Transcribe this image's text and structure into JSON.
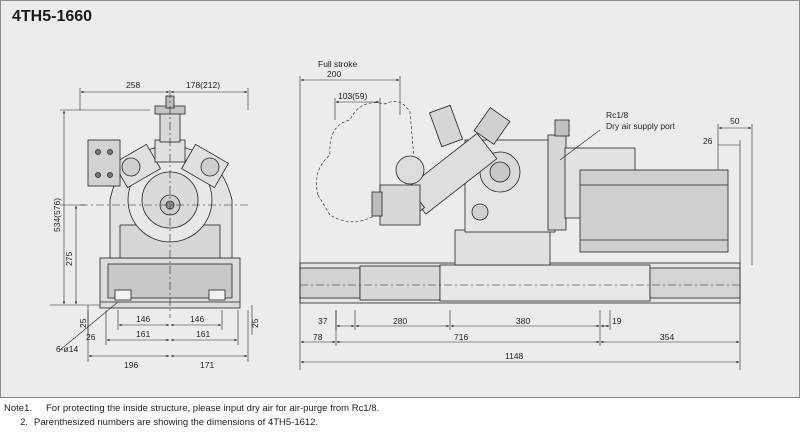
{
  "title": "4TH5-1660",
  "colors": {
    "background": "#ececec",
    "line": "#222222",
    "machine": "#e6e6e6",
    "shade": "#b8b8b8"
  },
  "front_view": {
    "top_left_width": "258",
    "top_right_width": "178(212)",
    "overall_height": "534(576)",
    "center_height": "275",
    "base_left": "25",
    "base_right": "25",
    "bolt_left": "146",
    "bolt_right": "146",
    "base_half_left": "161",
    "base_half_right": "161",
    "edge_offset": "26",
    "hole_spec": "6-ø14",
    "bottom_left": "196",
    "bottom_right": "171"
  },
  "side_view": {
    "full_stroke_label": "Full stroke",
    "full_stroke_value": "200",
    "offset_top": "103(59)",
    "port_label_1": "Rc1/8",
    "port_label_2": "Dry air supply port",
    "right_50": "50",
    "right_26": "26",
    "dim_37": "37",
    "dim_280": "280",
    "dim_380": "380",
    "dim_19": "19",
    "dim_78": "78",
    "dim_716": "716",
    "dim_354": "354",
    "dim_1148": "1148"
  },
  "notes": [
    {
      "num": "Note1.",
      "text": "For protecting the inside structure, please input dry air for air-purge from Rc1/8."
    },
    {
      "num": "2.",
      "text": "Parenthesized numbers are showing the dimensions of 4TH5-1612."
    }
  ]
}
